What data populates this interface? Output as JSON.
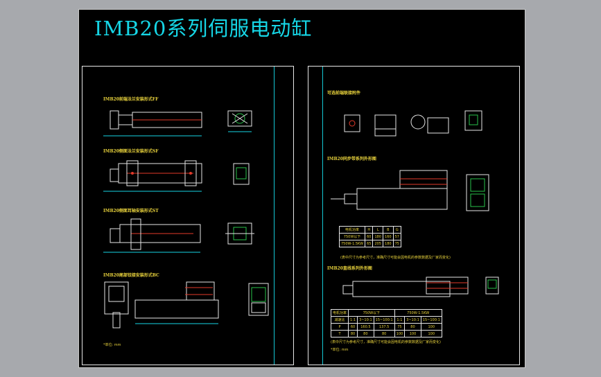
{
  "title": "IMB20系列伺服电动缸",
  "left": {
    "fig1": "IMB20前端法兰安装形式FF",
    "fig2": "IMB20侧面法兰安装形式SF",
    "fig3": "IMB20侧面耳轴安装形式ST",
    "fig4": "IMB20尾部铰接安装形式BC",
    "unit": "*单位: mm"
  },
  "right": {
    "attach_title": "可选前端联接附件",
    "parallel_title": "IMB20同步带系列外形图",
    "table1": {
      "headers": [
        "电机功率",
        "H",
        "L",
        "B",
        "G"
      ],
      "rows": [
        [
          "750W以下",
          "60",
          "180",
          "160",
          "57"
        ],
        [
          "750W-1.5KW",
          "65",
          "205",
          "180",
          "75"
        ]
      ]
    },
    "note1": "(表中尺寸为参考尺寸，准确尺寸可能会因电机的参数数据及厂家而变化)",
    "inline_title": "IMB20直线系列外形图",
    "table2": {
      "header_row1": [
        "电机功率",
        "750W以下",
        "",
        "",
        "750W-1.5KW",
        "",
        ""
      ],
      "header_row2": [
        "减速比",
        "1:1",
        "3~10:1",
        "15~100:1",
        "1:1",
        "3~10:1",
        "15~100:1"
      ],
      "rows": [
        [
          "P",
          "60",
          "160.5",
          "137.5",
          "75",
          "80",
          "100"
        ],
        [
          "T",
          "80",
          "80",
          "80",
          "100",
          "100",
          "100"
        ]
      ]
    },
    "note2": "(表中尺寸为参考尺寸，准确尺寸可能会因电机的参数数据及厂家而变化)",
    "unit": "*单位: mm"
  },
  "colors": {
    "cyan": "#16d6e6",
    "yellow": "#e8d23c",
    "red": "#e43a2a",
    "white": "#e6e6e6",
    "green": "#29c24a"
  }
}
